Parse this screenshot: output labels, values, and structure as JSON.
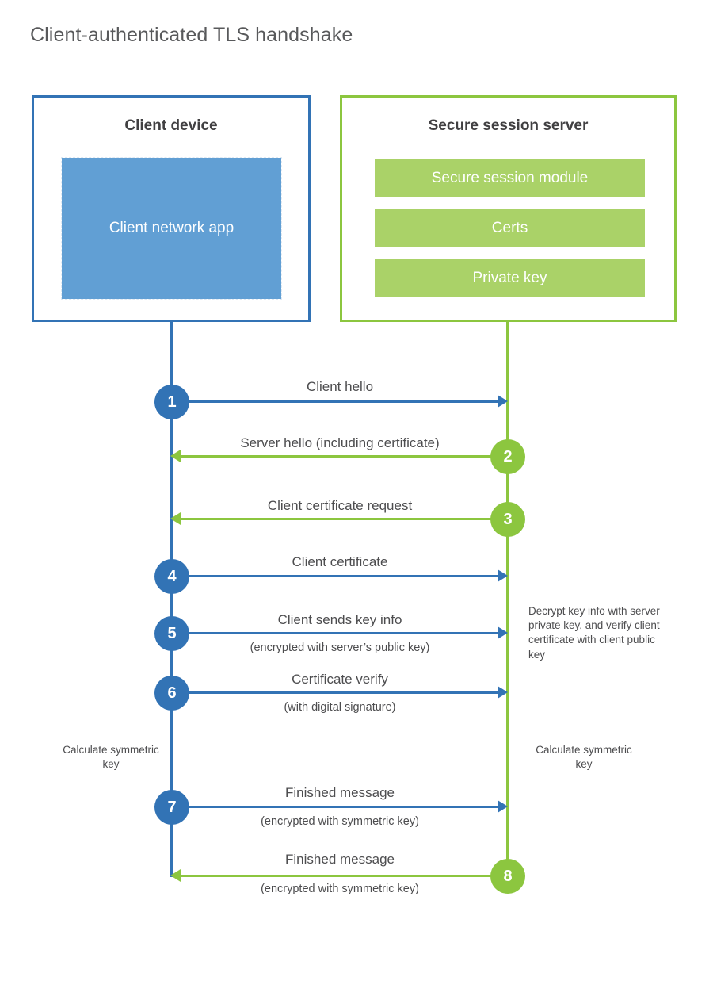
{
  "title": "Client-authenticated TLS handshake",
  "colors": {
    "blue": "#3273b5",
    "blue_fill": "#619fd4",
    "green": "#8cc63f",
    "green_fill": "#aad268",
    "title_text": "#58595b",
    "body_text": "#4d4d4f",
    "heading_text": "#414042",
    "background": "#ffffff"
  },
  "client": {
    "title": "Client device",
    "app_label": "Client network app"
  },
  "server": {
    "title": "Secure session server",
    "components": [
      {
        "label": "Secure session module"
      },
      {
        "label": "Certs"
      },
      {
        "label": "Private key"
      }
    ]
  },
  "steps": [
    {
      "number": "1",
      "label": "Client hello",
      "sublabel": "",
      "direction": "client-to-server",
      "color": "blue"
    },
    {
      "number": "2",
      "label": "Server hello (including certificate)",
      "sublabel": "",
      "direction": "server-to-client",
      "color": "green"
    },
    {
      "number": "3",
      "label": "Client certificate request",
      "sublabel": "",
      "direction": "server-to-client",
      "color": "green"
    },
    {
      "number": "4",
      "label": "Client certificate",
      "sublabel": "",
      "direction": "client-to-server",
      "color": "blue"
    },
    {
      "number": "5",
      "label": "Client sends key info",
      "sublabel": "(encrypted with server’s public key)",
      "direction": "client-to-server",
      "color": "blue"
    },
    {
      "number": "6",
      "label": "Certificate verify",
      "sublabel": "(with digital signature)",
      "direction": "client-to-server",
      "color": "blue"
    },
    {
      "number": "7",
      "label": "Finished message",
      "sublabel": "(encrypted with symmetric key)",
      "direction": "client-to-server",
      "color": "blue"
    },
    {
      "number": "8",
      "label": "Finished message",
      "sublabel": "(encrypted with symmetric key)",
      "direction": "server-to-client",
      "color": "green"
    }
  ],
  "notes": {
    "server_decrypt": "Decrypt key info with server private key, and verify client certificate with client public key",
    "client_calculate": "Calculate symmetric key",
    "server_calculate": "Calculate symmetric key"
  }
}
